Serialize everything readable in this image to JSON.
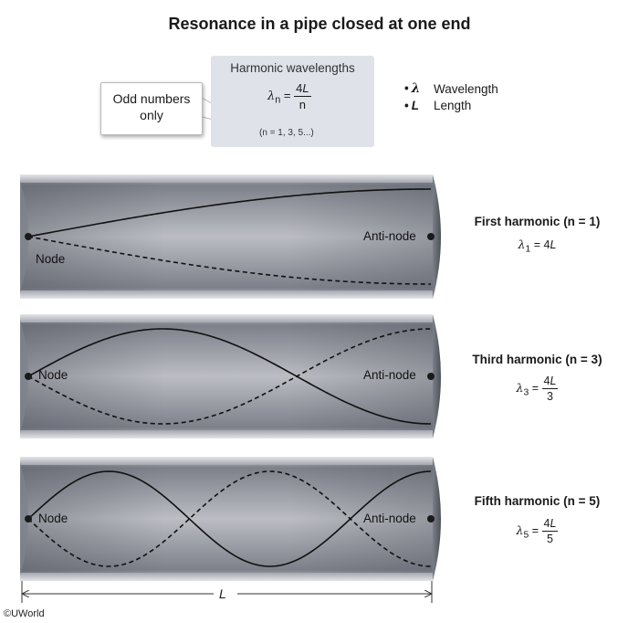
{
  "title": "Resonance in a pipe closed at one end",
  "formula_box": {
    "heading": "Harmonic wavelengths",
    "lhs_symbol": "λ",
    "lhs_subscript": "n",
    "numerator_number": "4",
    "numerator_symbol": "L",
    "denominator": "n",
    "note": "(n = 1, 3, 5...)"
  },
  "callout": {
    "line1": "Odd numbers",
    "line2": "only"
  },
  "legend": [
    {
      "symbol": "λ",
      "meaning": "Wavelength"
    },
    {
      "symbol": "L",
      "meaning": "Length"
    }
  ],
  "harmonics": [
    {
      "label": "First harmonic (n = 1)",
      "subscript": "1",
      "value": "4",
      "symbol": "L",
      "denominator": "",
      "node_label": "Node",
      "antinode_label": "Anti-node"
    },
    {
      "label": "Third harmonic (n = 3)",
      "subscript": "3",
      "value": "4",
      "symbol": "L",
      "denominator": "3",
      "node_label": "Node",
      "antinode_label": "Anti-node"
    },
    {
      "label": "Fifth harmonic (n = 5)",
      "subscript": "5",
      "value": "4",
      "symbol": "L",
      "denominator": "5",
      "node_label": "Node",
      "antinode_label": "Anti-node"
    }
  ],
  "length_label": "L",
  "copyright": "©UWorld",
  "colors": {
    "pipe_dark": "#555a66",
    "pipe_light": "#e6e7ec",
    "wave": "#111111",
    "box": "#dfe3e9"
  }
}
